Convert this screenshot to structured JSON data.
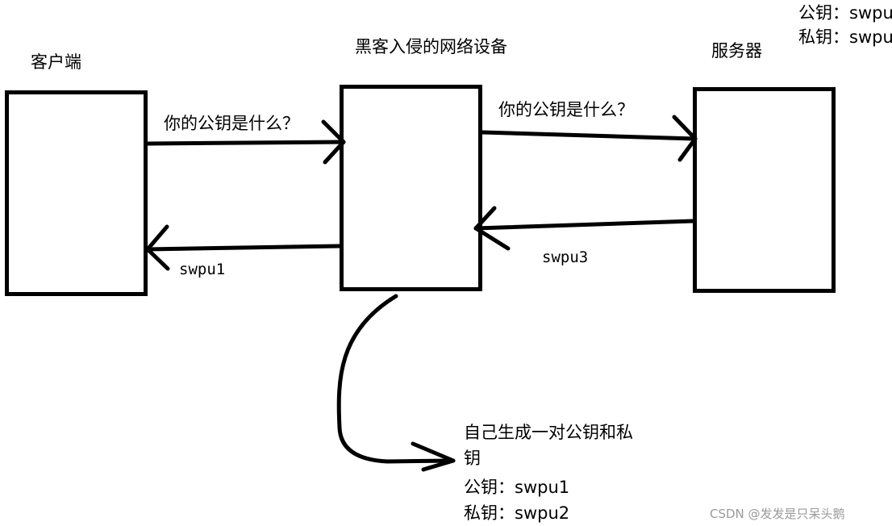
{
  "nodes": {
    "client": {
      "label": "客户端"
    },
    "attacker": {
      "label": "黑客入侵的网络设备"
    },
    "server": {
      "label": "服务器"
    }
  },
  "top_right_keys": {
    "public": "公钥：swpu",
    "private": "私钥：swpu"
  },
  "edges": {
    "client_to_attacker": {
      "label": "你的公钥是什么？"
    },
    "attacker_to_server": {
      "label": "你的公钥是什么？"
    },
    "server_to_attacker": {
      "label": "swpu3"
    },
    "attacker_to_client": {
      "label": "swpu1"
    }
  },
  "attacker_note": {
    "line1": "自己生成一对公钥和私",
    "line2": "钥",
    "public": "公钥：swpu1",
    "private": "私钥：swpu2"
  },
  "watermark": "CSDN @发发是只呆头鹅"
}
